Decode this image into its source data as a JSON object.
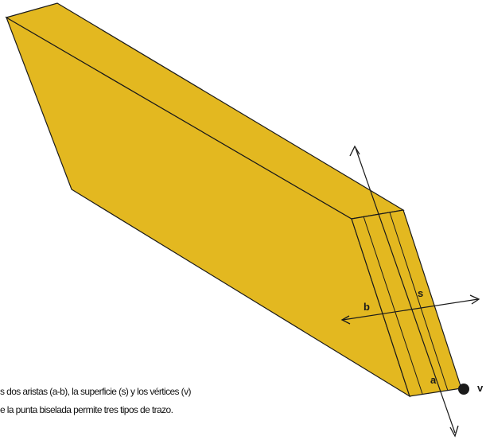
{
  "labels": {
    "b": "b",
    "s": "s",
    "a": "a",
    "v": "v"
  },
  "caption": {
    "line1": "s dos aristas (a-b), la superficie (s) y los vértices (v)",
    "line2": "e la punta biselada  permite tres tipos de trazo."
  },
  "colors": {
    "body_fill": "#E3B820",
    "edge": "#1a1a1a"
  }
}
